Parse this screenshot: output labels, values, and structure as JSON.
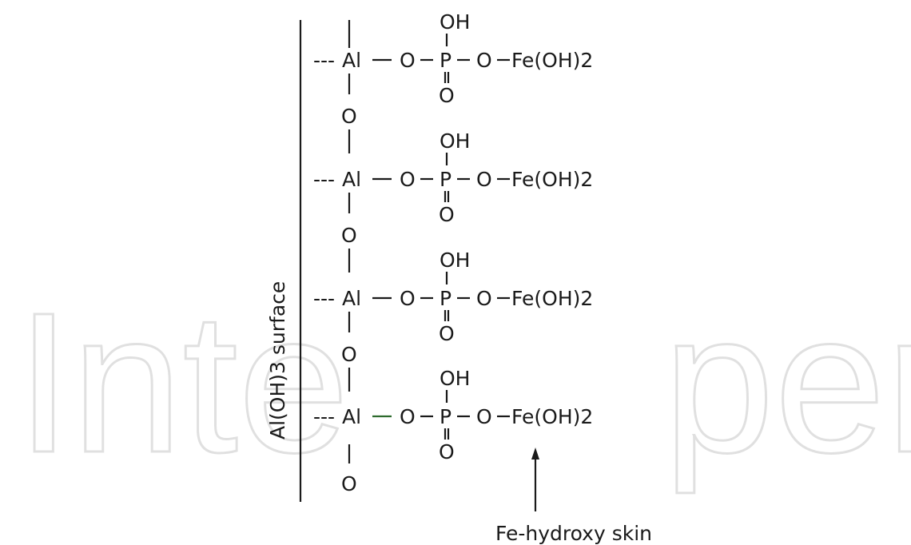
{
  "watermark": {
    "left": "Inte",
    "right": "pen"
  },
  "surface_label": "Al(OH)3 surface",
  "skin_label": "Fe-hydroxy skin",
  "atoms": {
    "al": "Al",
    "oxygen": "O",
    "phosphorus": "P",
    "hydroxyl": "OH",
    "iron_group": "Fe(OH)2",
    "dots": "---"
  },
  "rows": [
    {
      "id": 1
    },
    {
      "id": 2
    },
    {
      "id": 3
    },
    {
      "id": 4
    }
  ],
  "colors": {
    "ink": "#1a1a1a",
    "bond_highlight": "#2d6a2d",
    "watermark": "#c8c8c8"
  }
}
